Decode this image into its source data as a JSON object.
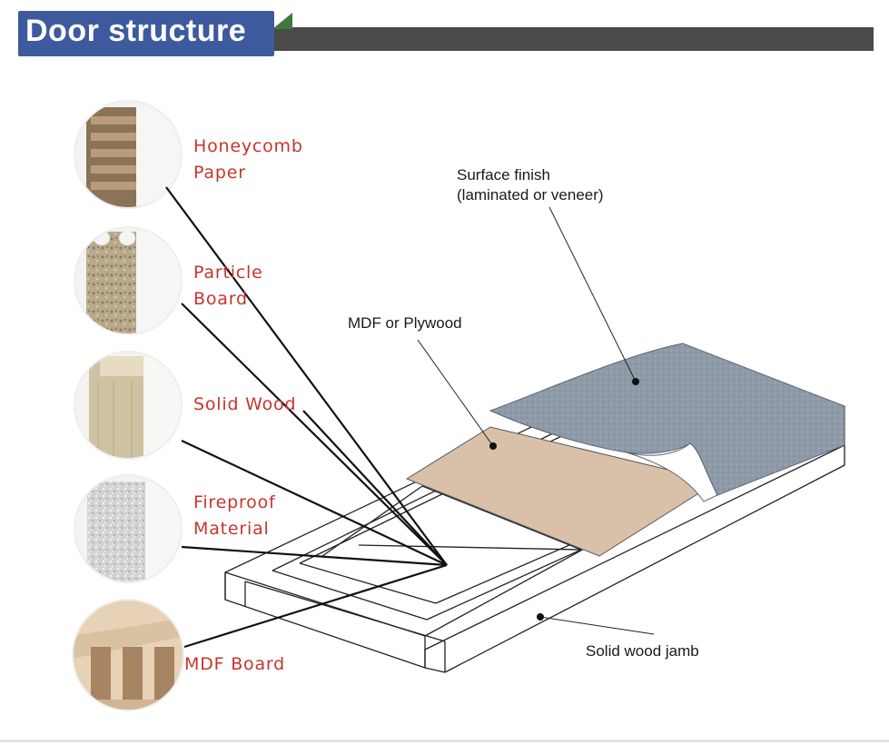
{
  "header": {
    "title": "Door structure"
  },
  "layers": [
    {
      "lines": [
        "Honeycomb",
        "Paper"
      ]
    },
    {
      "lines": [
        "Particle",
        "Board"
      ]
    },
    {
      "lines": [
        "Solid Wood"
      ]
    },
    {
      "lines": [
        "Fireproof",
        "Material"
      ]
    },
    {
      "lines": [
        "MDF Board"
      ]
    }
  ],
  "callouts": {
    "surface_finish": [
      "Surface finish",
      "(laminated or veneer)"
    ],
    "mdf_plywood": "MDF or Plywood",
    "solid_wood_jamb": "Solid wood jamb"
  },
  "colors": {
    "banner_blue": "#3d5a9e",
    "banner_gray": "#4a4a4a",
    "banner_green": "#3f7a3a",
    "label_red": "#c8352b",
    "surface_sheet": "#8e9aa8",
    "mdf_sheet": "#d9c0a8"
  }
}
